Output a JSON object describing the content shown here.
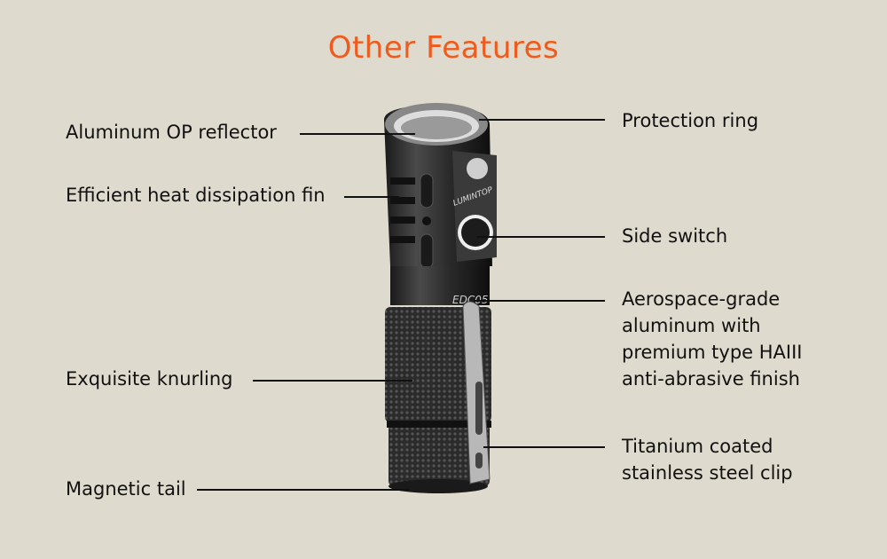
{
  "title": "Other Features",
  "product": {
    "brand_logo": "LUMINTOP",
    "model": "EDC05"
  },
  "left_callouts": [
    {
      "label": "Aluminum OP reflector"
    },
    {
      "label": "Efficient heat dissipation fin"
    },
    {
      "label": "Exquisite knurling"
    },
    {
      "label": "Magnetic tail"
    }
  ],
  "right_callouts": [
    {
      "label": "Protection ring"
    },
    {
      "label": "Side switch"
    },
    {
      "lines": [
        "Aerospace-grade",
        "aluminum with",
        "premium type HAIII",
        "anti-abrasive finish"
      ]
    },
    {
      "lines": [
        "Titanium coated",
        "stainless steel clip"
      ]
    }
  ],
  "colors": {
    "title": "#f05a1c",
    "background": "#dedacd"
  }
}
